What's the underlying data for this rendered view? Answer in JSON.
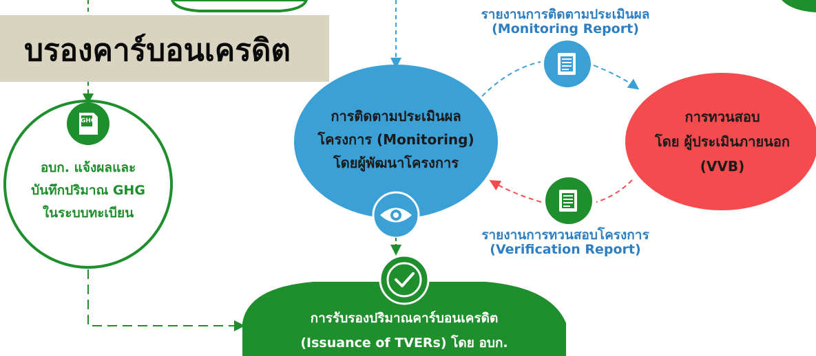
{
  "banner": {
    "title": "บรองคาร์บอนเครดิต"
  },
  "monitoring_report": {
    "line1": "รายงานการติดตามประเมินผล",
    "line2": "(Monitoring Report)"
  },
  "verification_report": {
    "line1": "รายงานการทวนสอบโครงการ",
    "line2": "(Verification Report)"
  },
  "monitoring": {
    "line1": "การติดตามประเมินผล",
    "line2": "โครงการ (Monitoring)",
    "line3": "โดยผู้พัฒนาโครงการ"
  },
  "verification": {
    "line1": "การทวนสอบ",
    "line2": "โดย ผู้ประเมินภายนอก",
    "line3": "(VVB)"
  },
  "tgo_record": {
    "line1": "อบก. แจ้งผลและ",
    "line2": "บันทึกปริมาณ GHG",
    "line3": "ในระบบทะเบียน",
    "icon_label": "GHG"
  },
  "issuance": {
    "line1": "การรับรองปริมาณคาร์บอนเครดิต",
    "line2": "(Issuance of TVERs) โดย อบก."
  },
  "colors": {
    "green": "#1f8e2c",
    "blue": "#3aa0d6",
    "red": "#f54b4f",
    "banner": "#d9d4c0"
  },
  "icons": {
    "report": "document-icon",
    "monitor": "eye-icon",
    "issued": "check-icon",
    "ghg": "ghg-document-icon"
  }
}
